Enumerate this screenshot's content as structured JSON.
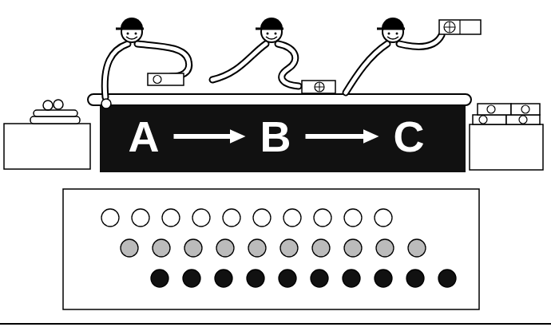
{
  "diagram": {
    "nodes": [
      {
        "text": [
          "A"
        ]
      },
      {
        "text": [
          "B"
        ]
      },
      {
        "text": [
          "C"
        ]
      }
    ],
    "edges": [
      {
        "from": 0,
        "to": 1,
        "arrow": "to"
      },
      {
        "from": 1,
        "to": 2,
        "arrow": "to"
      }
    ]
  }
}
